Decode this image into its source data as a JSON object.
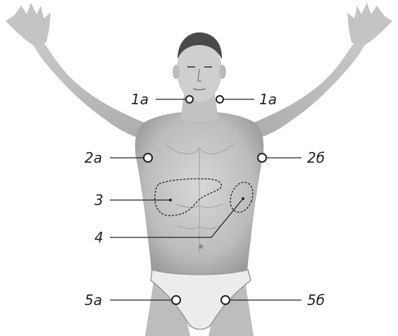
{
  "figure": {
    "image_subject": "male-torso-front-view",
    "markers": {
      "m1a_left": "1а",
      "m1a_right": "1а",
      "m2a": "2а",
      "m2b": "2б",
      "m3": "3",
      "m4": "4",
      "m5a": "5а",
      "m5b": "5б"
    },
    "colors": {
      "skin_light": "#d9d9d9",
      "skin_mid": "#bdbdbd",
      "skin_dark": "#8e8e8e",
      "hair": "#3a3a3a",
      "underwear": "#ececec",
      "line": "#222222"
    }
  }
}
